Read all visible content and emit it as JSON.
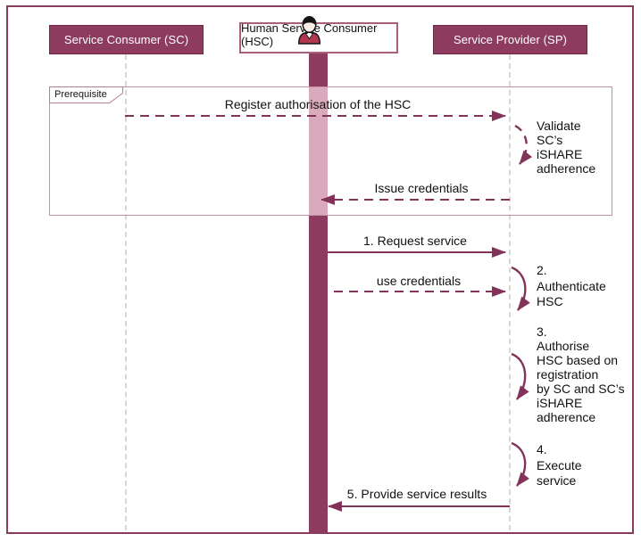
{
  "diagram": {
    "frame_label": "Prerequisite",
    "actors": {
      "sc": "Service Consumer (SC)",
      "hsc": "Human Service Consumer (HSC)",
      "sp": "Service Provider (SP)"
    },
    "messages": {
      "register": "Register authorisation of the HSC",
      "issue": "Issue credentials",
      "request": "1. Request service",
      "use_credentials": "use credentials",
      "provide": "5. Provide service results"
    },
    "notes": {
      "validate": "Validate\nSC’s\niSHARE\nadherence",
      "authenticate": "2.\nAuthenticate\nHSC",
      "authorise": "3.\nAuthorise\nHSC based on\nregistration\nby SC and SC’s\niSHARE\nadherence",
      "execute": "4.\nExecute\nservice"
    },
    "icons": {
      "person": "person-icon"
    },
    "colors": {
      "actor_fill": "#8d3c5f",
      "actor_border": "#73264a",
      "arrow": "#82335a",
      "activation_dark": "#8d3c5f",
      "activation_light": "#d9a9bc",
      "frame_border": "#c492a4",
      "lifeline": "#d6d6d6",
      "outer_border": "#8b3a5e",
      "text": "#111111",
      "title_text": "#ffffff"
    }
  }
}
